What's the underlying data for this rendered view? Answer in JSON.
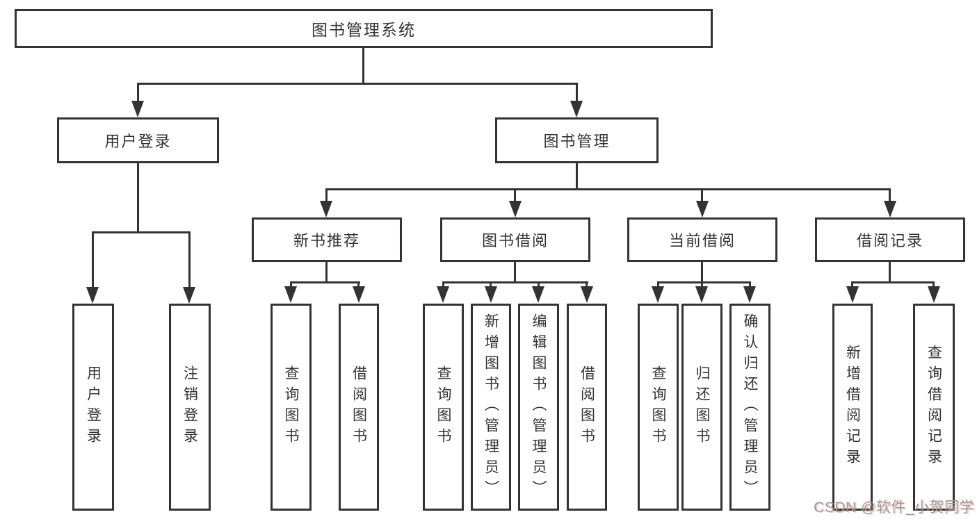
{
  "tree": {
    "root": {
      "label": "图书管理系统"
    },
    "level2": [
      {
        "label": "用户登录"
      },
      {
        "label": "图书管理"
      }
    ],
    "level3": [
      {
        "label": "新书推荐"
      },
      {
        "label": "图书借阅"
      },
      {
        "label": "当前借阅"
      },
      {
        "label": "借阅记录"
      }
    ],
    "leaves": {
      "user": [
        "用户登录",
        "注销登录"
      ],
      "recommend": [
        "查询图书",
        "借阅图书"
      ],
      "borrow": [
        "查询图书",
        "新增图书（管理员）",
        "编辑图书（管理员）",
        "借阅图书"
      ],
      "current": [
        "查询图书",
        "归还图书",
        "确认归还（管理员）"
      ],
      "records": [
        "新增借阅记录",
        "查询借阅记录"
      ]
    }
  },
  "watermark": {
    "text": "CSDN @软件_小贺同学"
  },
  "colors": {
    "line": "#333333",
    "box_background": "#ffffff",
    "text": "#333333",
    "watermark": "#9c9c9c"
  }
}
